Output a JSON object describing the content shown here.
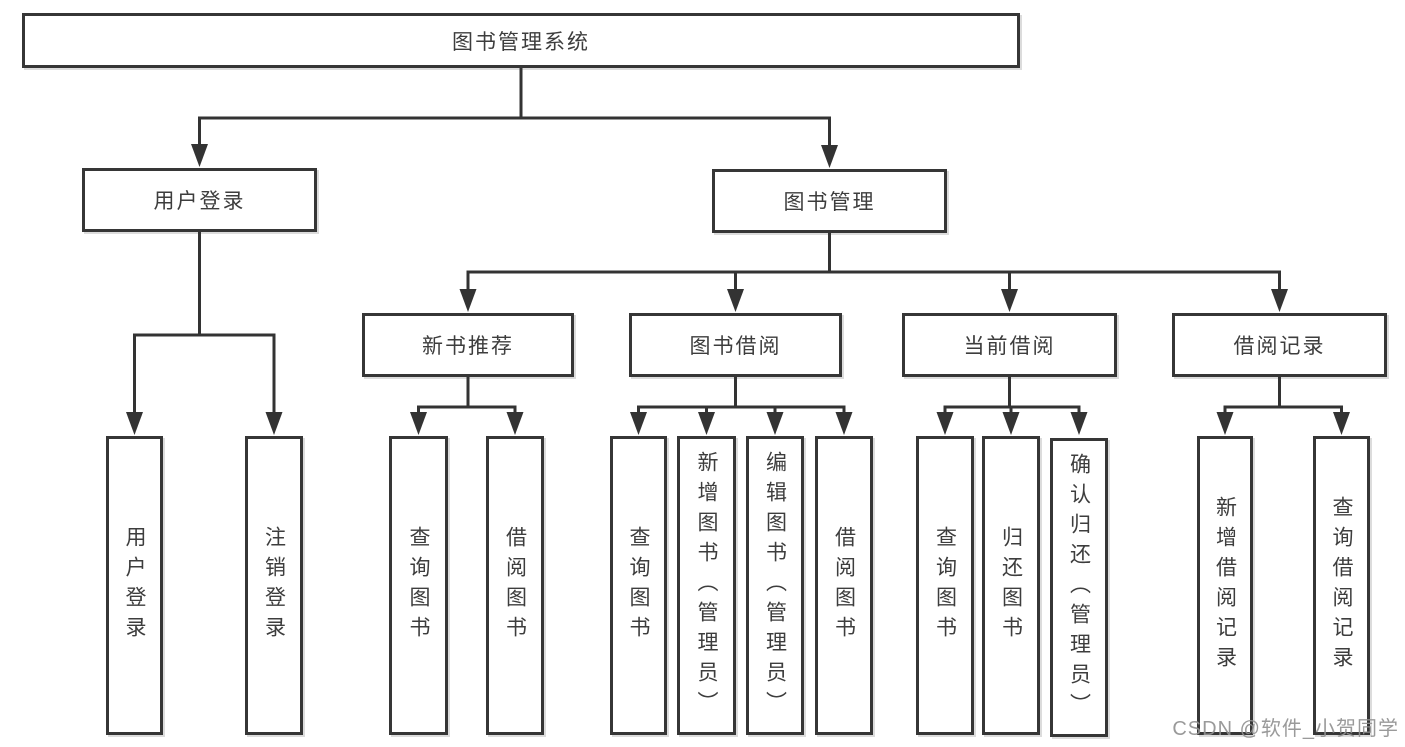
{
  "diagram_title": "图书管理系统",
  "tree": {
    "root": {
      "label": "图书管理系统"
    },
    "level2": [
      {
        "label": "用户登录"
      },
      {
        "label": "图书管理"
      }
    ],
    "level3": [
      {
        "label": "新书推荐",
        "parent": "图书管理"
      },
      {
        "label": "图书借阅",
        "parent": "图书管理"
      },
      {
        "label": "当前借阅",
        "parent": "图书管理"
      },
      {
        "label": "借阅记录",
        "parent": "图书管理"
      }
    ],
    "leaves": [
      {
        "label": "用户登录",
        "parent": "用户登录"
      },
      {
        "label": "注销登录",
        "parent": "用户登录"
      },
      {
        "label": "查询图书",
        "parent": "新书推荐"
      },
      {
        "label": "借阅图书",
        "parent": "新书推荐"
      },
      {
        "label": "查询图书",
        "parent": "图书借阅"
      },
      {
        "label": "新增图书（管理员）",
        "parent": "图书借阅"
      },
      {
        "label": "编辑图书（管理员）",
        "parent": "图书借阅"
      },
      {
        "label": "借阅图书",
        "parent": "图书借阅"
      },
      {
        "label": "查询图书",
        "parent": "当前借阅"
      },
      {
        "label": "归还图书",
        "parent": "当前借阅"
      },
      {
        "label": "确认归还（管理员）",
        "parent": "当前借阅"
      },
      {
        "label": "新增借阅记录",
        "parent": "借阅记录"
      },
      {
        "label": "查询借阅记录",
        "parent": "借阅记录"
      }
    ]
  },
  "watermark": {
    "text": "CSDN @软件_小贺同学"
  },
  "colors": {
    "line": "#333333",
    "box_border": "#363636",
    "text": "#3d3d3d",
    "watermark": "#919191",
    "background": "#ffffff"
  }
}
